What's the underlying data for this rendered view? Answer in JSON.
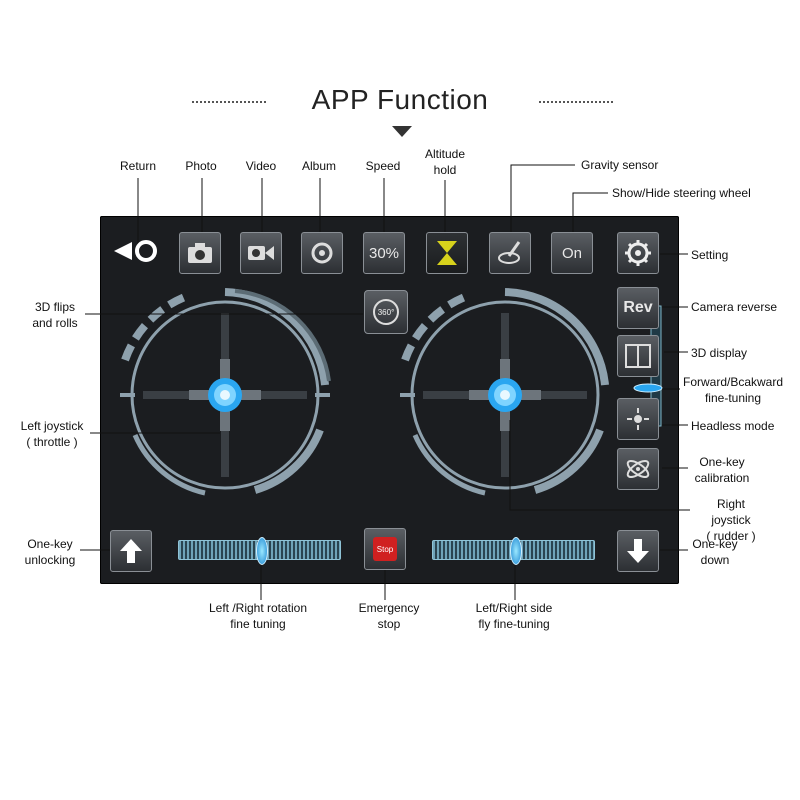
{
  "header": {
    "title": "APP Function"
  },
  "labels": {
    "return": "Return",
    "photo": "Photo",
    "video": "Video",
    "album": "Album",
    "speed": "Speed",
    "altitude_hold": "Altitude\nhold",
    "gravity_sensor": "Gravity sensor",
    "show_hide": "Show/Hide steering wheel",
    "setting": "Setting",
    "camera_reverse": "Camera reverse",
    "flips": "3D flips\nand rolls",
    "display_3d": "3D display",
    "fwd_bwd": "Forward/Bcakward\nfine-tuning",
    "headless": "Headless mode",
    "calibration": "One-key\ncalibration",
    "left_joystick": "Left joystick\n( throttle )",
    "right_joystick": "Right joystick\n( rudder )",
    "unlocking": "One-key\nunlocking",
    "down": "One-key\ndown",
    "rotation_tuning": "Left /Right rotation\nfine tuning",
    "emergency": "Emergency\nstop",
    "side_tuning": "Left/Right side\nfly fine-tuning"
  },
  "buttons": {
    "speed": "30%",
    "on": "On",
    "rev": "Rev",
    "stop": "Stop",
    "flip": "360°"
  },
  "icons": {
    "return": "return-icon",
    "photo": "camera-icon",
    "video": "video-icon",
    "album": "album-icon",
    "altitude": "hourglass-icon",
    "gravity": "gravity-sensor-icon",
    "setting": "gear-icon",
    "display3d": "3d-display-icon",
    "headless": "headless-icon",
    "calibration": "calibration-icon",
    "up": "arrow-up-icon",
    "down": "arrow-down-icon"
  },
  "colors": {
    "panel": "#1b1d20",
    "accent": "#2aa6f0",
    "joystick_ring": "#8ea1ad",
    "stop": "#d02020"
  }
}
